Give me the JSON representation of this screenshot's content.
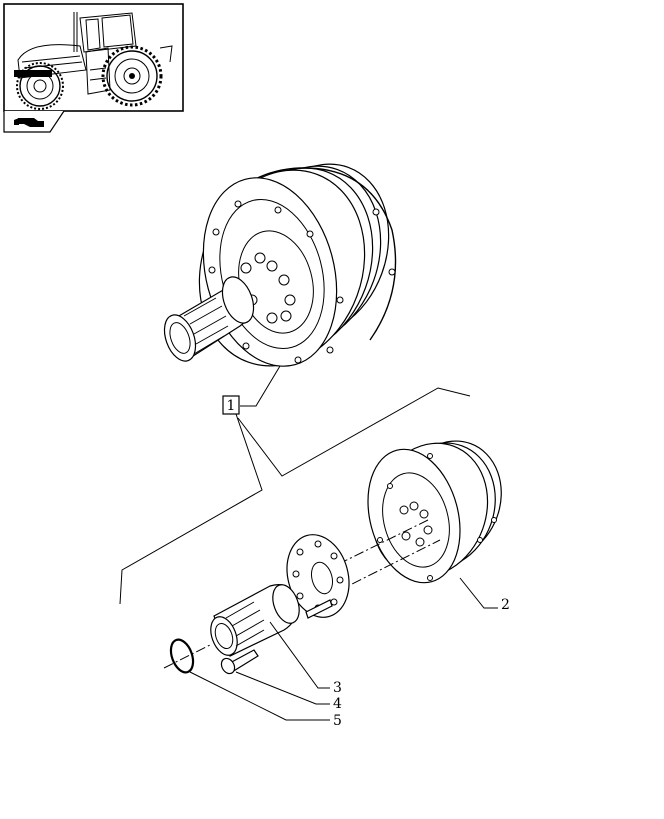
{
  "diagram": {
    "callout_main": "1",
    "callouts": [
      {
        "id": "2",
        "label": "2"
      },
      {
        "id": "3",
        "label": "3"
      },
      {
        "id": "4",
        "label": "4"
      },
      {
        "id": "5",
        "label": "5"
      }
    ],
    "icons": [
      "tractor-thumbnail",
      "arrow-hand-icon"
    ]
  }
}
